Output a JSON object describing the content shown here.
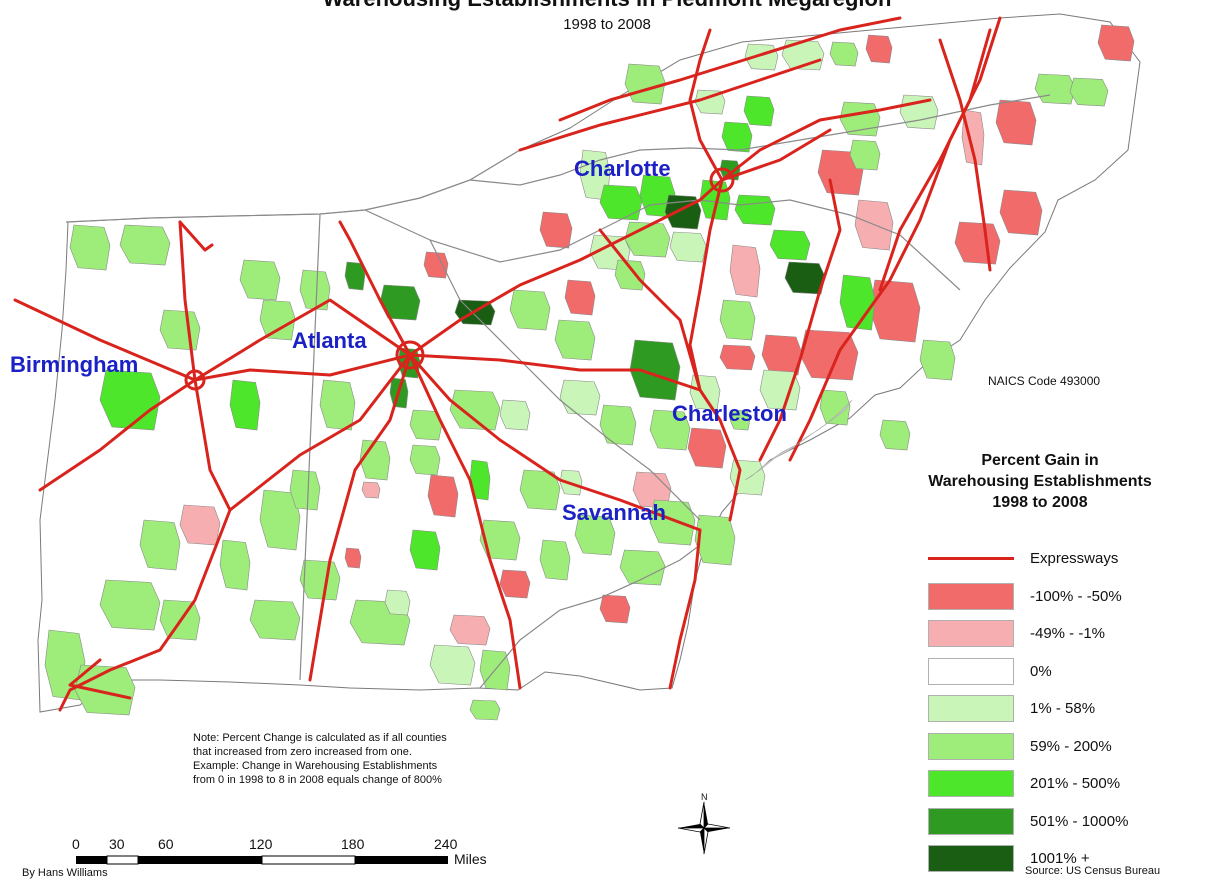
{
  "title": "Warehousing Establishments in Piedmont Megaregion",
  "subtitle": "1998 to 2008",
  "cities": [
    {
      "name": "Charlotte"
    },
    {
      "name": "Atlanta"
    },
    {
      "name": "Birmingham"
    },
    {
      "name": "Charleston"
    },
    {
      "name": "Savannah"
    }
  ],
  "naics": "NAICS Code 493000",
  "legend": {
    "title_lines": [
      "Percent Gain in",
      "Warehousing Establishments",
      "1998 to 2008"
    ],
    "items": [
      {
        "label": "Expressways",
        "color": "#d9241d",
        "kind": "line"
      },
      {
        "label": "-100% - -50%",
        "color": "#f26b6b",
        "kind": "fill"
      },
      {
        "label": "-49% - -1%",
        "color": "#f7aeb0",
        "kind": "fill"
      },
      {
        "label": "0%",
        "color": "#ffffff",
        "kind": "fill"
      },
      {
        "label": "1% - 58%",
        "color": "#c9f5b8",
        "kind": "fill"
      },
      {
        "label": "59% - 200%",
        "color": "#9eec7a",
        "kind": "fill"
      },
      {
        "label": "201% - 500%",
        "color": "#4ee62a",
        "kind": "fill"
      },
      {
        "label": "501% - 1000%",
        "color": "#2e9a22",
        "kind": "fill"
      },
      {
        "label": "1001% +",
        "color": "#1a5e14",
        "kind": "fill"
      }
    ]
  },
  "note_lines": [
    "Note: Percent Change is calculated as if all counties",
    "that increased from zero increased from one.",
    "Example: Change in Warehousing Establishments",
    "from 0 in 1998 to 8 in 2008 equals change of 800%"
  ],
  "scale": {
    "ticks": [
      "0",
      "30",
      "60",
      "120",
      "180",
      "240"
    ],
    "unit": "Miles"
  },
  "compass": {
    "north_label": "N"
  },
  "author": "By Hans Williams",
  "source": "Source: US Census Bureau"
}
